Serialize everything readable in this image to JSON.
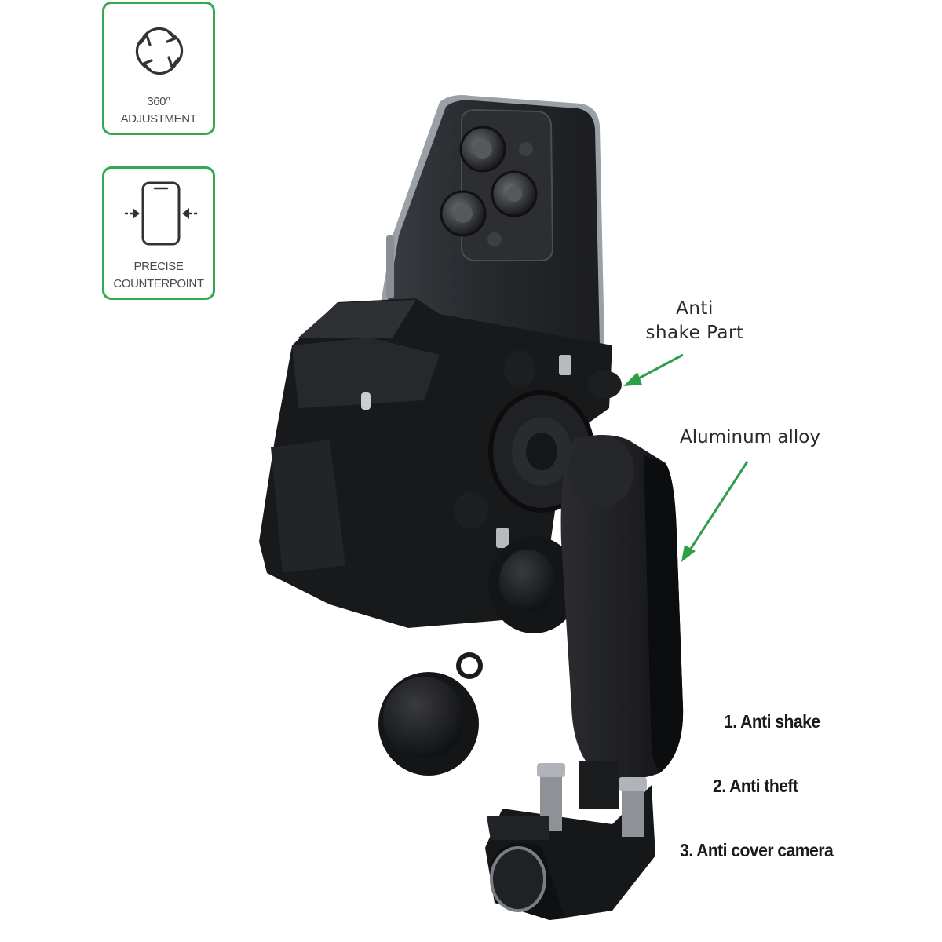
{
  "badges": [
    {
      "icon": "rotate-arrows-icon",
      "line1": "360°",
      "line2": "ADJUSTMENT"
    },
    {
      "icon": "phone-clamp-icon",
      "line1": "PRECISE",
      "line2": "COUNTERPOINT"
    }
  ],
  "callouts": {
    "anti_shake_line1": "Anti",
    "anti_shake_line2": "shake Part",
    "aluminum": "Aluminum alloy"
  },
  "features": [
    "1. Anti shake",
    "2. Anti theft",
    "3. Anti cover camera"
  ],
  "colors": {
    "badge_border": "#33a852",
    "arrow": "#2e9e48",
    "product": "#1b1c1e"
  }
}
